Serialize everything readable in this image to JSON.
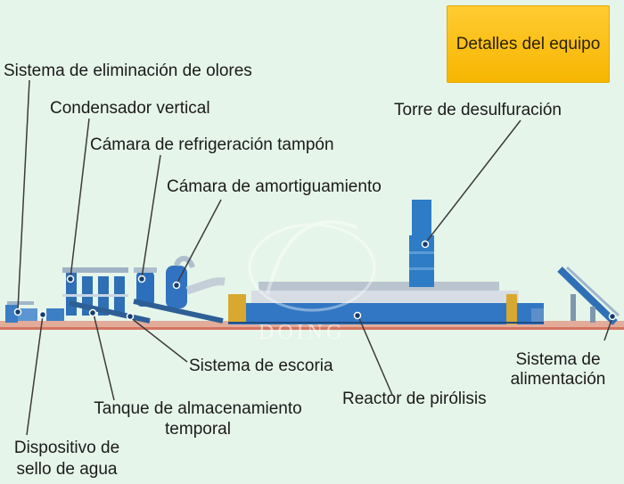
{
  "badge": {
    "title": "Detalles del equipo"
  },
  "labels": {
    "odor": "Sistema de eliminación de olores",
    "condenser": "Condensador vertical",
    "cooling": "Cámara de refrigeración tampón",
    "buffer": "Cámara de amortiguamiento",
    "tower": "Torre de desulfuración",
    "slag": "Sistema de escoria",
    "reactor": "Reactor de pirólisis",
    "feeding": "Sistema de alimentación",
    "tank": "Tanque de almacenamiento temporal",
    "seal": "Dispositivo de sello de agua"
  },
  "watermark": "DOING",
  "colors": {
    "background": "#e6f5ea",
    "badge": "#f7b500",
    "machine_blue": "#2f6fb5",
    "floor": "#d9654a"
  }
}
